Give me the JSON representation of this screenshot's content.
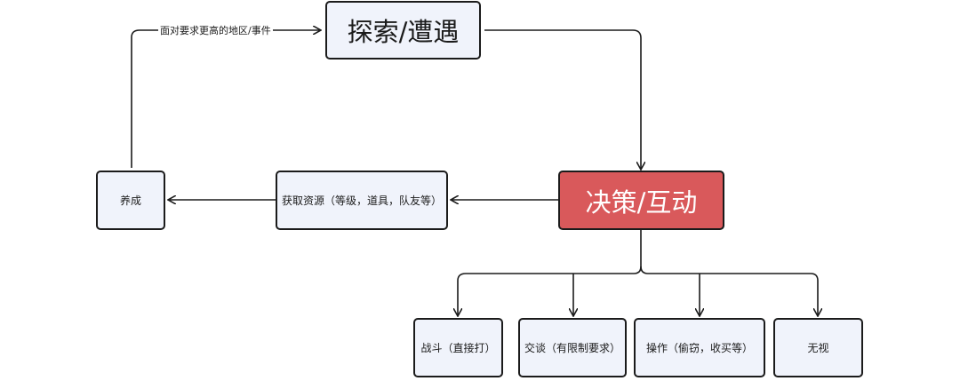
{
  "nodes": {
    "explore": "探索/遭遇",
    "decision": "决策/互动",
    "resources": "获取资源（等级，道具，队友等）",
    "growth": "养成",
    "combat": "战斗（直接打）",
    "talk": "交谈（有限制要求）",
    "operate": "操作（偷窃，收买等）",
    "ignore": "无视"
  },
  "edges": {
    "growth_to_explore_label": "面对要求更高的地区/事件"
  },
  "colors": {
    "accent": "#d9595b",
    "node_fill": "#f0f3fb",
    "stroke": "#1b1b1b"
  }
}
